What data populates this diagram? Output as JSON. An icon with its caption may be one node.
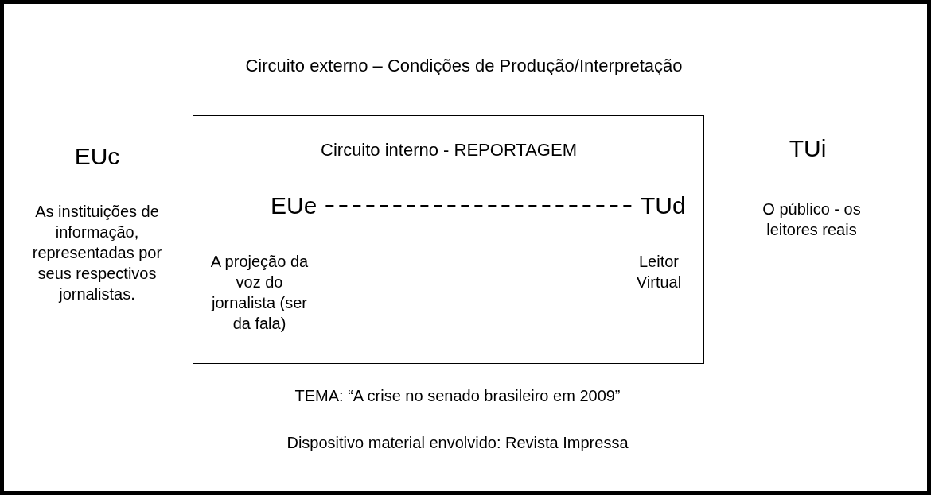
{
  "diagram": {
    "nodes": [
      {
        "text": [
          "Circuito externo – Condições de Produção/Interpretação"
        ]
      },
      {
        "text": [
          "Circuito interno - REPORTAGEM"
        ],
        "in": 0
      },
      {
        "text": [
          "EUe"
        ],
        "in": 1,
        "beside": [
          "A projeção da voz do jornalista (ser da fala)"
        ]
      },
      {
        "text": [
          "TUd"
        ],
        "in": 1,
        "beside": [
          "Leitor Virtual"
        ]
      }
    ],
    "edges": [
      {
        "from": 2,
        "to": 3,
        "arrow": "none",
        "style": "dashed"
      }
    ],
    "labels": [
      "EUc",
      "As instituições de informação, representadas por seus respectivos jornalistas.",
      "TUi",
      "O público - os leitores reais",
      "TEMA: “A crise no senado brasileiro em 2009”",
      "Dispositivo material envolvido: Revista Impressa"
    ]
  }
}
